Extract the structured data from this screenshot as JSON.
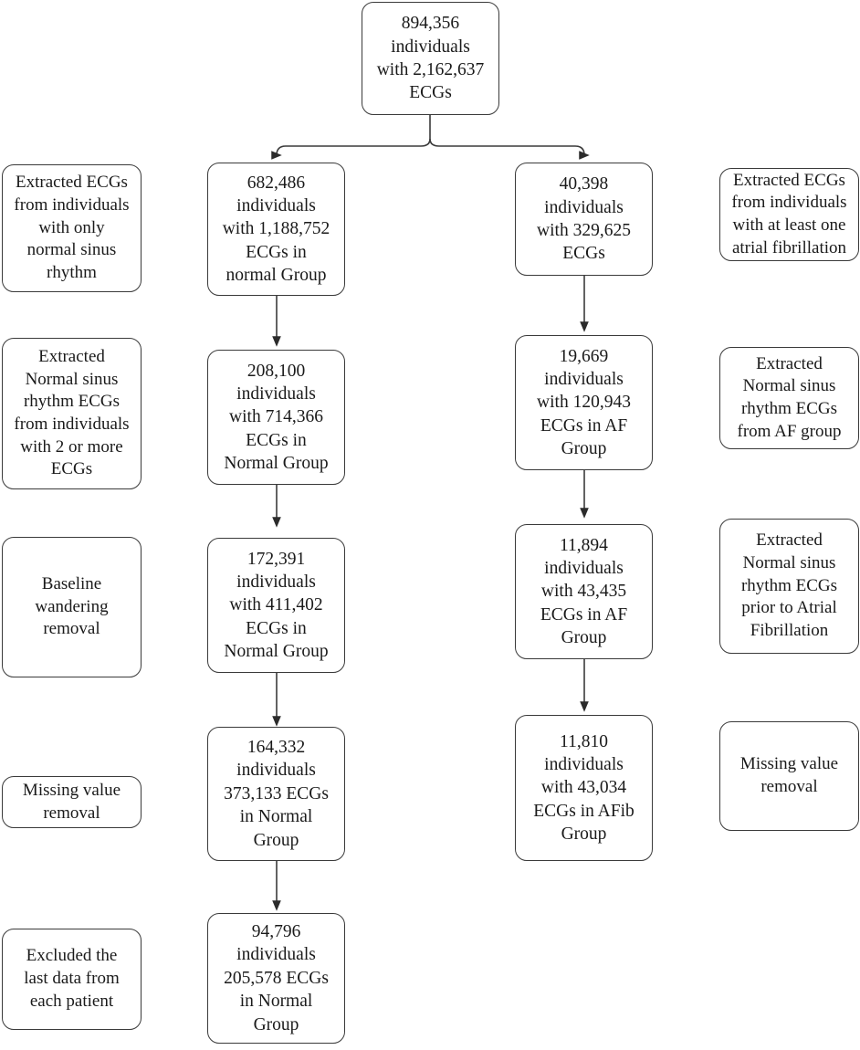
{
  "figure": {
    "type": "flowchart",
    "title": "ECG cohort selection flow diagram",
    "columns": [
      "left-annotation",
      "normal-group",
      "af-group",
      "right-annotation"
    ],
    "colors": {
      "background": "#ffffff",
      "box_border": "#3a3a3a",
      "text": "#1a1a1a",
      "edge": "#3a3a3a"
    }
  },
  "nodes": {
    "root": {
      "label": "894,356\nindividuals\nwith 2,162,637\nECGs",
      "individuals": "894,356",
      "ecgs": "2,162,637"
    },
    "normal": [
      {
        "label": "682,486\nindividuals\nwith 1,188,752\nECGs in\nnormal Group",
        "individuals": "682,486",
        "ecgs": "1,188,752",
        "group": "normal Group"
      },
      {
        "label": "208,100\nindividuals\nwith 714,366\nECGs in\nNormal Group",
        "individuals": "208,100",
        "ecgs": "714,366",
        "group": "Normal Group"
      },
      {
        "label": "172,391\nindividuals\nwith 411,402\nECGs in\nNormal Group",
        "individuals": "172,391",
        "ecgs": "411,402",
        "group": "Normal Group"
      },
      {
        "label": "164,332\nindividuals\n373,133 ECGs\nin Normal\nGroup",
        "individuals": "164,332",
        "ecgs": "373,133",
        "group": "Normal Group"
      },
      {
        "label": "94,796\nindividuals\n205,578 ECGs\nin Normal\nGroup",
        "individuals": "94,796",
        "ecgs": "205,578",
        "group": "Normal Group"
      }
    ],
    "af": [
      {
        "label": "40,398\nindividuals\nwith 329,625\nECGs",
        "individuals": "40,398",
        "ecgs": "329,625",
        "group": ""
      },
      {
        "label": "19,669\nindividuals\nwith 120,943\nECGs in AF\nGroup",
        "individuals": "19,669",
        "ecgs": "120,943",
        "group": "AF Group"
      },
      {
        "label": "11,894\nindividuals\nwith 43,435\nECGs in AF\nGroup",
        "individuals": "11,894",
        "ecgs": "43,435",
        "group": "AF Group"
      },
      {
        "label": "11,810\nindividuals\nwith 43,034\nECGs in AFib\nGroup",
        "individuals": "11,810",
        "ecgs": "43,034",
        "group": "AFib Group"
      }
    ],
    "left_annotations": [
      {
        "label": "Extracted ECGs\nfrom individuals\nwith only\nnormal sinus\nrhythm"
      },
      {
        "label": "Extracted\nNormal sinus\nrhythm ECGs\nfrom individuals\nwith 2 or more\nECGs"
      },
      {
        "label": "Baseline\nwandering\nremoval"
      },
      {
        "label": "Missing value\nremoval"
      },
      {
        "label": "Excluded the\nlast data from\neach patient"
      }
    ],
    "right_annotations": [
      {
        "label": "Extracted ECGs\nfrom individuals\nwith at least one\natrial fibrillation"
      },
      {
        "label": "Extracted\nNormal sinus\nrhythm ECGs\nfrom AF group"
      },
      {
        "label": "Extracted\nNormal sinus\nrhythm ECGs\nprior to Atrial\nFibrillation"
      },
      {
        "label": "Missing value\nremoval"
      }
    ]
  }
}
